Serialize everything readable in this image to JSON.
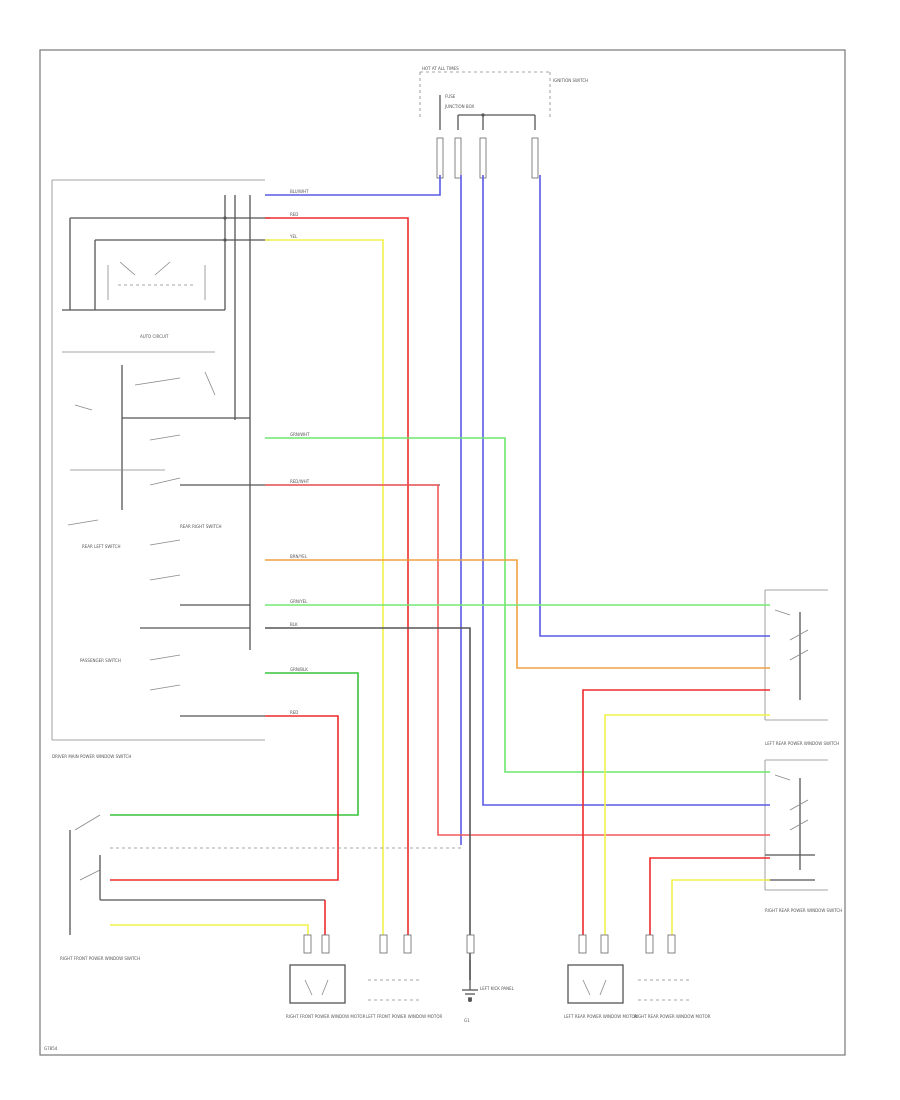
{
  "colors": {
    "blu_wht": "#5a5ae6",
    "red": "#ee2b2b",
    "yel": "#f2f24a",
    "grn_wht": "#6ee66e",
    "red_wht": "#f05a5a",
    "brn_yel": "#f2a040",
    "grn_yel": "#74e874",
    "blk": "#444444",
    "grn_blk": "#3ac23a"
  },
  "labels": {
    "hot_at_all_times": "HOT AT ALL TIMES",
    "fuse": "FUSE",
    "junction_box": "JUNCTION BOX",
    "ignition_switch": "IGNITION SWITCH",
    "auto_circuit": "AUTO CIRCUIT",
    "rear_left_switch": "REAR LEFT SWITCH",
    "rear_right_switch": "REAR RIGHT SWITCH",
    "passenger_switch": "PASSENGER SWITCH",
    "driver_main_switch": "DRIVER MAIN POWER WINDOW SWITCH",
    "right_front_switch": "RIGHT FRONT POWER WINDOW SWITCH",
    "left_rear_switch": "LEFT REAR POWER WINDOW SWITCH",
    "right_rear_switch": "RIGHT REAR POWER WINDOW SWITCH",
    "rf_motor": "RIGHT FRONT POWER WINDOW MOTOR",
    "lf_motor": "LEFT FRONT POWER WINDOW MOTOR",
    "lr_motor": "LEFT REAR POWER WINDOW MOTOR",
    "rr_motor": "RIGHT REAR POWER WINDOW MOTOR",
    "ground": "G1",
    "ground_note": "LEFT KICK PANEL",
    "figure_id": "G7854"
  },
  "wires": {
    "blu_wht": "BLU/WHT",
    "red": "RED",
    "yel": "YEL",
    "grn_wht": "GRN/WHT",
    "red_wht": "RED/WHT",
    "brn_yel": "BRN/YEL",
    "grn_yel": "GRN/YEL",
    "blk": "BLK",
    "grn_blk": "GRN/BLK"
  }
}
